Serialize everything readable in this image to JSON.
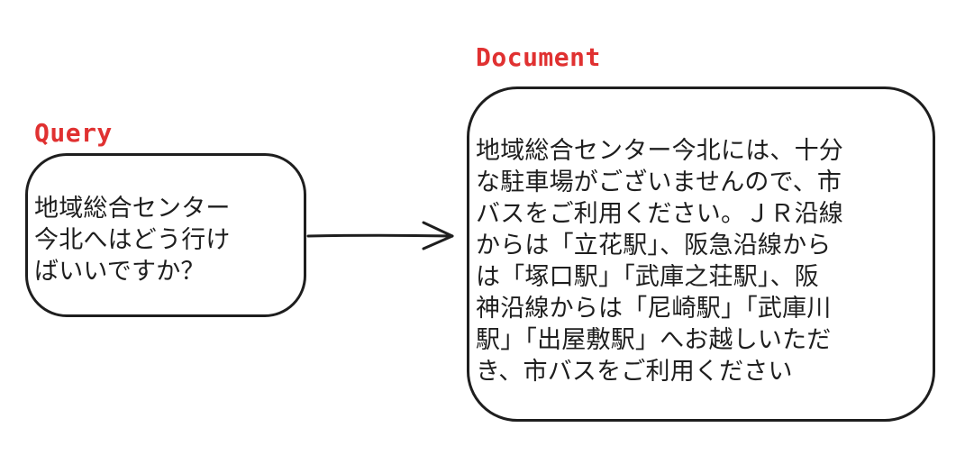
{
  "query": {
    "label": "Query",
    "label_color": "#e03131",
    "lines": [
      "地域総合センター",
      "今北へはどう行け",
      "ばいいですか？"
    ]
  },
  "document": {
    "label": "Document",
    "label_color": "#e03131",
    "lines": [
      "地域総合センター今北には、十分",
      "な駐車場がございませんので、市",
      "バスをご利用ください。ＪＲ沿線",
      "からは「立花駅」、阪急沿線から",
      "は「塚口駅」「武庫之荘駅」、阪",
      "神沿線からは「尼崎駅」「武庫川",
      "駅」「出屋敷駅」へお越しいただ",
      "き、市バスをご利用ください"
    ]
  },
  "arrow": {
    "from": "query",
    "to": "document",
    "color": "#1e1e1e"
  }
}
